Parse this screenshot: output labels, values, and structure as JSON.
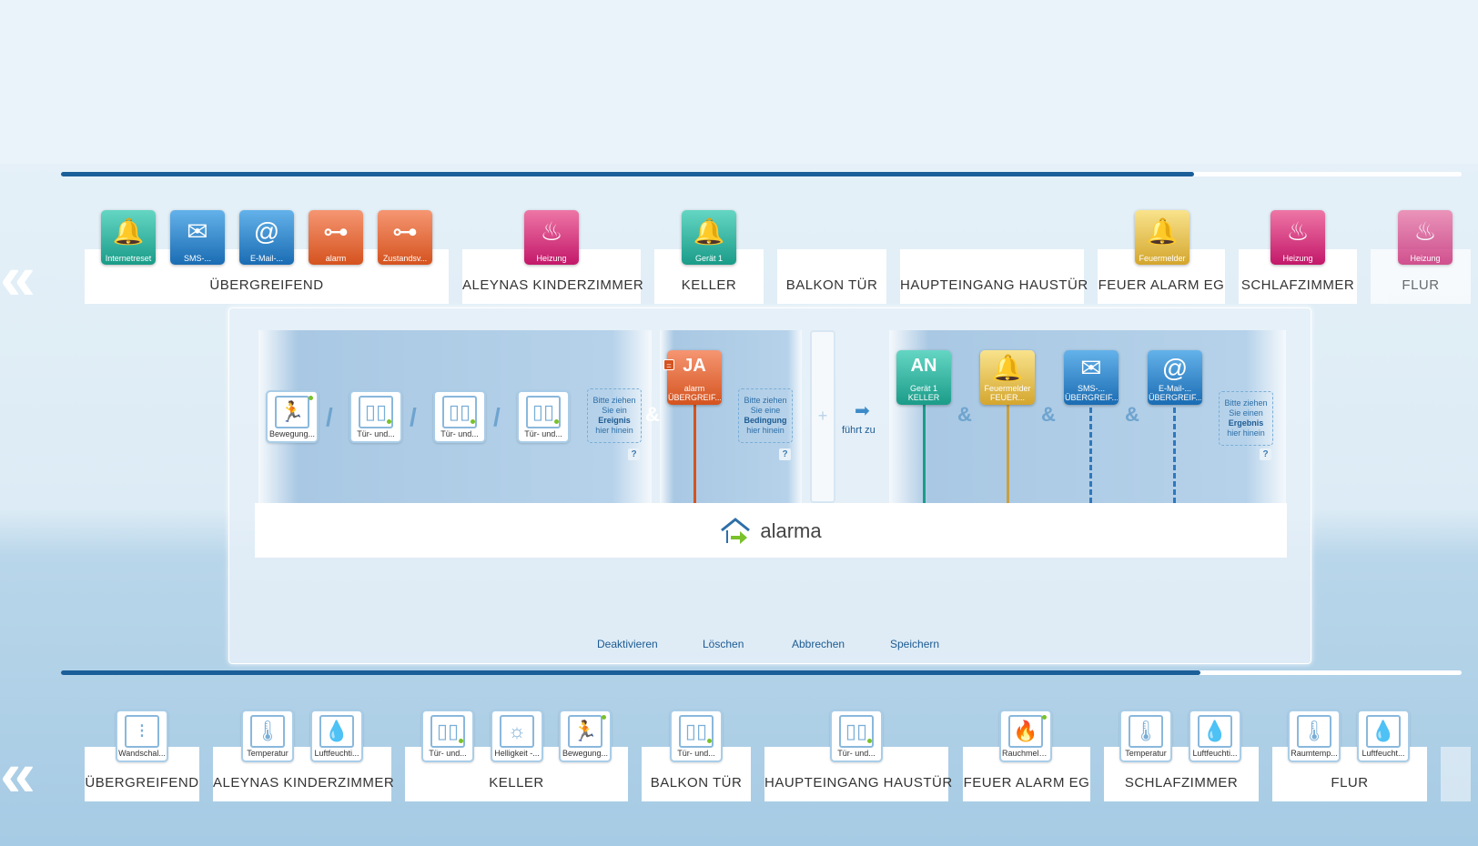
{
  "top_row": {
    "rooms": [
      {
        "label": "ÜBERGREIFEND"
      },
      {
        "label": "ALEYNAS KINDERZIMMER"
      },
      {
        "label": "KELLER"
      },
      {
        "label": "BALKON TÜR"
      },
      {
        "label": "HAUPTEINGANG HAUSTÜR"
      },
      {
        "label": "FEUER ALARM EG"
      },
      {
        "label": "SCHLAFZIMMER"
      },
      {
        "label": "FLUR"
      }
    ],
    "tiles": [
      {
        "caption": "Internetreset",
        "icon": "siren-icon",
        "glyph": "🔔",
        "color": "#1a9c89"
      },
      {
        "caption": "SMS-...",
        "icon": "sms-icon",
        "glyph": "✉",
        "color": "#1a6cb3"
      },
      {
        "caption": "E-Mail-...",
        "icon": "email-icon",
        "glyph": "@",
        "color": "#1a6cb3"
      },
      {
        "caption": "alarm",
        "icon": "state-variable-icon",
        "glyph": "⊶",
        "color": "#d5531f"
      },
      {
        "caption": "Zustandsv...",
        "icon": "state-variable-icon",
        "glyph": "⊶",
        "color": "#d5531f"
      },
      {
        "caption": "Heizung",
        "icon": "heating-icon",
        "glyph": "♨",
        "color": "#c3186a"
      },
      {
        "caption": "Gerät 1",
        "icon": "siren-icon",
        "glyph": "🔔",
        "color": "#1a9c89"
      },
      {
        "caption": "Feuermelder",
        "icon": "bell-icon",
        "glyph": "🔔",
        "color": "#d4a62e"
      },
      {
        "caption": "Heizung",
        "icon": "heating-icon",
        "glyph": "♨",
        "color": "#c3186a"
      },
      {
        "caption": "Heizung",
        "icon": "heating-icon",
        "glyph": "♨",
        "color": "#c3186a"
      }
    ]
  },
  "editor": {
    "events": [
      {
        "caption": "Bewegung...",
        "icon": "motion-sensor-icon",
        "glyph": "🏃"
      },
      {
        "caption": "Tür- und...",
        "icon": "door-window-sensor-icon",
        "glyph": "▯▯"
      },
      {
        "caption": "Tür- und...",
        "icon": "door-window-sensor-icon",
        "glyph": "▯▯"
      },
      {
        "caption": "Tür- und...",
        "icon": "door-window-sensor-icon",
        "glyph": "▯▯"
      }
    ],
    "or_separator": "/",
    "and_separator": "&",
    "drop_event": {
      "line1": "Bitte ziehen",
      "line2": "Sie ein",
      "bold": "Ereignis",
      "line4": "hier hinein"
    },
    "condition": {
      "big": "JA",
      "line1": "alarm",
      "line2": "ÜBERGREIF...",
      "badge": "="
    },
    "drop_condition": {
      "line1": "Bitte ziehen",
      "line2": "Sie eine",
      "bold": "Bedingung",
      "line4": "hier hinein"
    },
    "plus": "+",
    "leads_to": "führt zu",
    "results": [
      {
        "big": "AN",
        "line1": "Gerät 1",
        "line2": "KELLER",
        "icon": "on-icon"
      },
      {
        "line1": "Feuermelder",
        "line2": "FEUER...",
        "icon": "bell-icon",
        "glyph": "🔔"
      },
      {
        "line1": "SMS-...",
        "line2": "ÜBERGREIF...",
        "icon": "sms-icon",
        "glyph": "✉"
      },
      {
        "line1": "E-Mail-...",
        "line2": "ÜBERGREIF...",
        "icon": "email-icon",
        "glyph": "@"
      }
    ],
    "drop_result": {
      "line1": "Bitte ziehen",
      "line2": "Sie einen",
      "bold": "Ergebnis",
      "line4": "hier hinein"
    },
    "help": "?",
    "rule_name": "alarma",
    "actions": {
      "deactivate": "Deaktivieren",
      "delete": "Löschen",
      "cancel": "Abbrechen",
      "save": "Speichern"
    }
  },
  "bottom_row": {
    "rooms": [
      {
        "label": "ÜBERGREIFEND"
      },
      {
        "label": "ALEYNAS KINDERZIMMER"
      },
      {
        "label": "KELLER"
      },
      {
        "label": "BALKON TÜR"
      },
      {
        "label": "HAUPTEINGANG HAUSTÜR"
      },
      {
        "label": "FEUER ALARM EG"
      },
      {
        "label": "SCHLAFZIMMER"
      },
      {
        "label": "FLUR"
      }
    ],
    "tiles": [
      {
        "caption": "Wandschal...",
        "icon": "wall-switch-icon",
        "glyph": "⁝"
      },
      {
        "caption": "Temperatur",
        "icon": "thermometer-icon",
        "glyph": "🌡"
      },
      {
        "caption": "Luftfeuchti...",
        "icon": "humidity-icon",
        "glyph": "💧"
      },
      {
        "caption": "Tür- und...",
        "icon": "door-window-sensor-icon",
        "glyph": "▯▯"
      },
      {
        "caption": "Helligkeit -...",
        "icon": "brightness-icon",
        "glyph": "☼"
      },
      {
        "caption": "Bewegung...",
        "icon": "motion-sensor-icon",
        "glyph": "🏃"
      },
      {
        "caption": "Tür- und...",
        "icon": "door-window-sensor-icon",
        "glyph": "▯▯"
      },
      {
        "caption": "Tür- und...",
        "icon": "door-window-sensor-icon",
        "glyph": "▯▯"
      },
      {
        "caption": "Rauchmeld...",
        "icon": "smoke-detector-icon",
        "glyph": "🔥"
      },
      {
        "caption": "Temperatur",
        "icon": "thermometer-icon",
        "glyph": "🌡"
      },
      {
        "caption": "Luftfeuchti...",
        "icon": "humidity-icon",
        "glyph": "💧"
      },
      {
        "caption": "Raumtemp...",
        "icon": "thermometer-icon",
        "glyph": "🌡"
      },
      {
        "caption": "Luftfeucht...",
        "icon": "humidity-icon",
        "glyph": "💧"
      }
    ]
  }
}
